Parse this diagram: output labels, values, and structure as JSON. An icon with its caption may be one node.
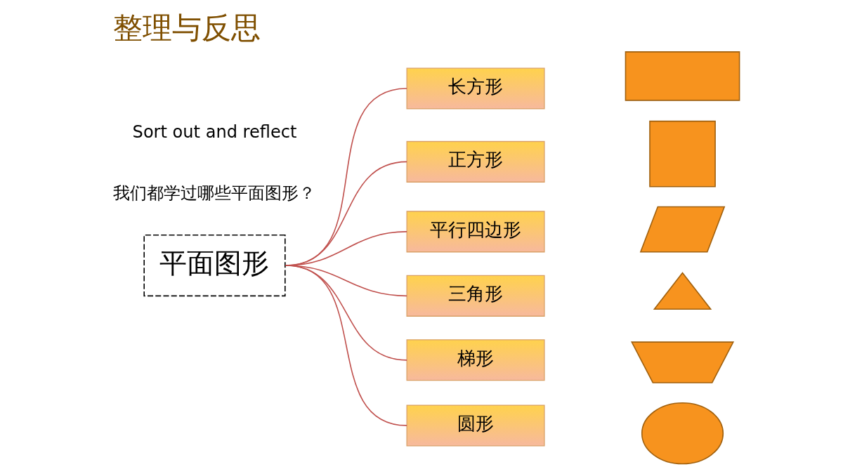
{
  "diagram": {
    "title": "整理与反思",
    "nodes": [
      {
        "text": [
          "平面图形"
        ]
      },
      {
        "text": [
          "长方形"
        ]
      },
      {
        "text": [
          "正方形"
        ]
      },
      {
        "text": [
          "平行四边形"
        ]
      },
      {
        "text": [
          "三角形"
        ]
      },
      {
        "text": [
          "梯形"
        ]
      },
      {
        "text": [
          "圆形"
        ]
      },
      {
        "text": [],
        "shape": "rectangle"
      },
      {
        "text": [],
        "shape": "square"
      },
      {
        "text": [],
        "shape": "parallelogram"
      },
      {
        "text": [],
        "shape": "triangle"
      },
      {
        "text": [],
        "shape": "trapezoid"
      },
      {
        "text": [],
        "shape": "ellipse"
      }
    ],
    "edges": [
      {
        "from": 0,
        "to": 1,
        "arrow": "none"
      },
      {
        "from": 0,
        "to": 2,
        "arrow": "none"
      },
      {
        "from": 0,
        "to": 3,
        "arrow": "none"
      },
      {
        "from": 0,
        "to": 4,
        "arrow": "none"
      },
      {
        "from": 0,
        "to": 5,
        "arrow": "none"
      },
      {
        "from": 0,
        "to": 6,
        "arrow": "none"
      }
    ],
    "labels": [
      "Sort out and reflect",
      "我们都学过哪些平面图形？"
    ]
  }
}
